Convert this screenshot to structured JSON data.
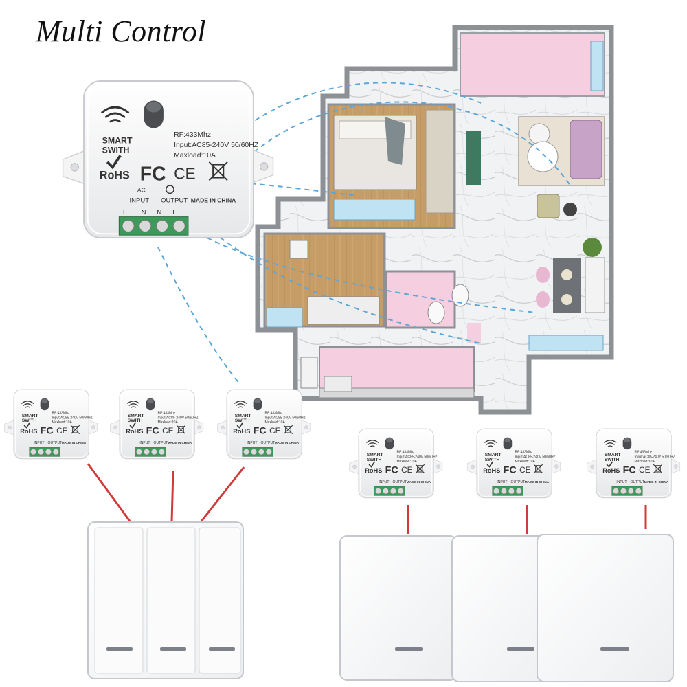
{
  "title": "Multi Control",
  "module": {
    "brand_line1": "SMART",
    "brand_line2": "SWITH",
    "rohs": "RoHS",
    "fc": "FC",
    "ce": "CE",
    "ac": "AC",
    "rf": "RF:433Mhz",
    "input_spec": "Input:AC85-240V 50/60HZ",
    "maxload": "Maxload:10A",
    "input_label": "INPUT",
    "output_label": "OUTPUT",
    "made_in": "MADE IN CHINA",
    "term_l": "L",
    "term_n": "N",
    "term_n2": "N",
    "term_l2": "L"
  },
  "colors": {
    "link_dashed": "#5aa6d8",
    "wire": "#d23a3a",
    "terminal": "#3d9a5b",
    "room_pink": "#f5cfe0",
    "room_window": "#bfe3f2",
    "wood": "#c59a63",
    "sofa": "#c8a3c8"
  },
  "icons": [
    "wifi-icon",
    "ce-mark-icon",
    "weee-bin-icon",
    "checkmark-icon",
    "bulb-icon"
  ]
}
